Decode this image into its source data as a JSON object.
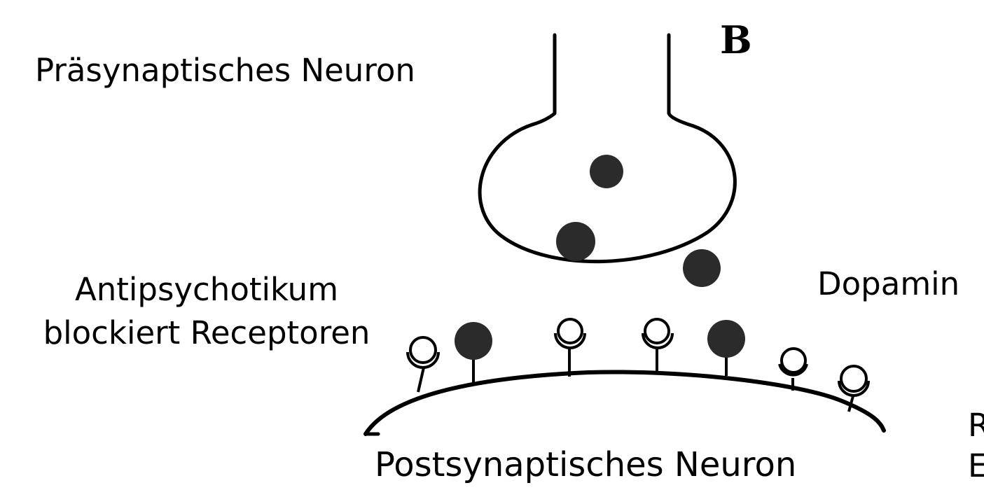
{
  "labels": {
    "panel_letter": "B",
    "presynaptic": "Präsynaptisches Neuron",
    "antipsychotic_line1": "Antipsychotikum",
    "antipsychotic_line2": "blockiert Receptoren",
    "dopamine": "Dopamin",
    "postsynaptic": "Postsynaptisches Neuron",
    "cut_off_1": "R",
    "cut_off_2": "E"
  },
  "colors": {
    "line": "#000000",
    "filled_molecule": "#2b2b2b",
    "background": "#ffffff"
  }
}
